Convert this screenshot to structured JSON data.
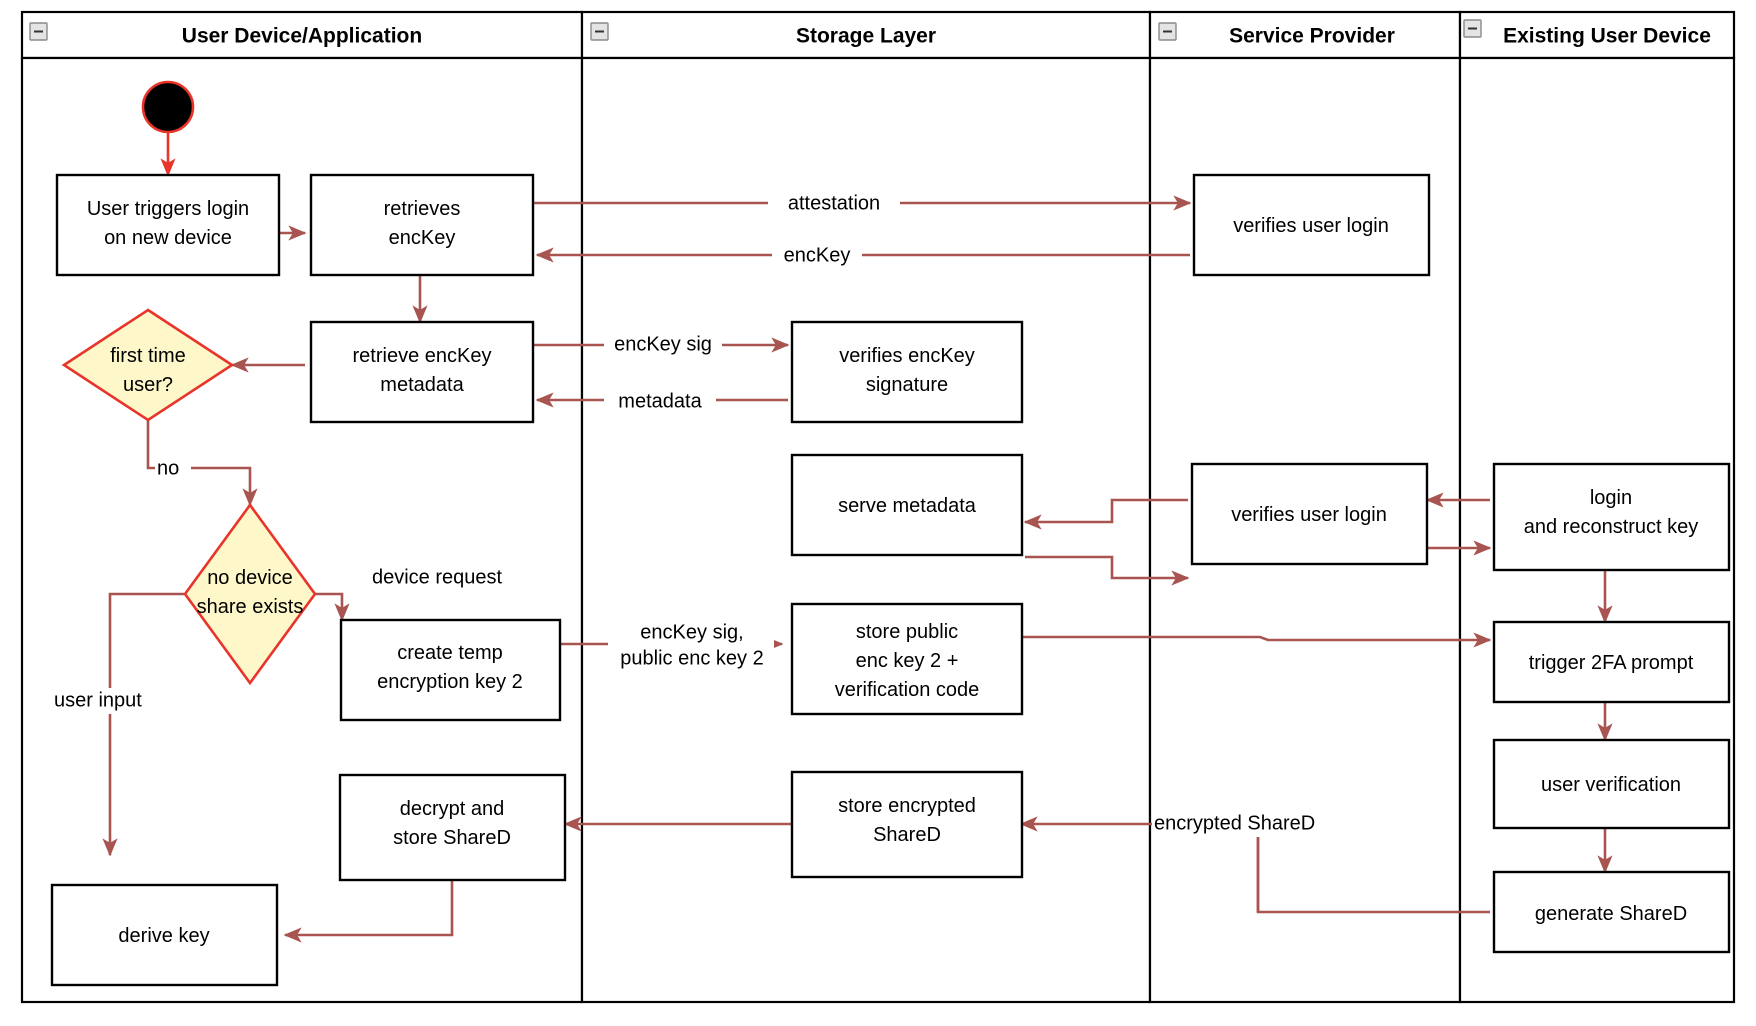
{
  "diagram": {
    "type": "uml-activity-swimlane",
    "title": "Key reconstruction / device onboarding activity diagram",
    "colors": {
      "lane_border": "#000000",
      "lane_fill": "#ffffff",
      "activity_border": "#000000",
      "activity_fill": "#ffffff",
      "decision_fill": "#fdf7c9",
      "decision_border": "#e8342a",
      "flow_arrow": "#a85450",
      "start_node_fill": "#000000",
      "start_node_border": "#e8342a",
      "collapse_icon_fill": "#e4e4e4"
    },
    "lanes": [
      {
        "id": "user-device",
        "title": "User Device/Application",
        "collapse_icon": "collapse-minus-icon"
      },
      {
        "id": "storage-layer",
        "title": "Storage Layer",
        "collapse_icon": "collapse-minus-icon"
      },
      {
        "id": "service-provider",
        "title": "Service Provider",
        "collapse_icon": "collapse-minus-icon"
      },
      {
        "id": "existing-device",
        "title": "Existing User Device",
        "collapse_icon": "collapse-minus-icon"
      }
    ],
    "start_node": {
      "name": "initial-node",
      "lane": "user-device"
    },
    "activities": [
      {
        "id": "a1",
        "lane": "user-device",
        "lines": [
          "User triggers login",
          "on new device"
        ]
      },
      {
        "id": "a2",
        "lane": "user-device",
        "lines": [
          "retrieves",
          "encKey"
        ]
      },
      {
        "id": "a3",
        "lane": "user-device",
        "lines": [
          "retrieve encKey",
          "metadata"
        ]
      },
      {
        "id": "a4",
        "lane": "user-device",
        "lines": [
          "create temp",
          "encryption key 2"
        ]
      },
      {
        "id": "a5",
        "lane": "user-device",
        "lines": [
          "decrypt and",
          "store ShareD"
        ]
      },
      {
        "id": "a6",
        "lane": "user-device",
        "lines": [
          "derive key"
        ]
      },
      {
        "id": "b1",
        "lane": "storage-layer",
        "lines": [
          "verifies encKey",
          "signature"
        ]
      },
      {
        "id": "b2",
        "lane": "storage-layer",
        "lines": [
          "serve metadata"
        ]
      },
      {
        "id": "b3",
        "lane": "storage-layer",
        "lines": [
          "store public",
          "enc key 2 +",
          "verification code"
        ]
      },
      {
        "id": "b4",
        "lane": "storage-layer",
        "lines": [
          "store encrypted",
          "ShareD"
        ]
      },
      {
        "id": "c1",
        "lane": "service-provider",
        "lines": [
          "verifies user login"
        ]
      },
      {
        "id": "c2",
        "lane": "service-provider",
        "lines": [
          "verifies user login"
        ]
      },
      {
        "id": "d1",
        "lane": "existing-device",
        "lines": [
          "login",
          "and reconstruct key"
        ]
      },
      {
        "id": "d2",
        "lane": "existing-device",
        "lines": [
          "trigger 2FA prompt"
        ]
      },
      {
        "id": "d3",
        "lane": "existing-device",
        "lines": [
          "user verification"
        ]
      },
      {
        "id": "d4",
        "lane": "existing-device",
        "lines": [
          "generate ShareD"
        ]
      }
    ],
    "decisions": [
      {
        "id": "dec1",
        "lines": [
          "first time",
          "user?"
        ]
      },
      {
        "id": "dec2",
        "lines": [
          "no device",
          "share exists"
        ]
      }
    ],
    "edge_labels": [
      {
        "id": "e-attestation",
        "text": "attestation"
      },
      {
        "id": "e-enckey",
        "text": "encKey"
      },
      {
        "id": "e-enckeysig",
        "text": "encKey sig"
      },
      {
        "id": "e-metadata",
        "text": "metadata"
      },
      {
        "id": "e-no",
        "text": "no"
      },
      {
        "id": "e-devicerequest",
        "text": "device request"
      },
      {
        "id": "e-enckeysig2-l1",
        "text": "encKey sig,"
      },
      {
        "id": "e-enckeysig2-l2",
        "text": "public enc key 2"
      },
      {
        "id": "e-userinput",
        "text": "user input"
      },
      {
        "id": "e-encshared",
        "text": "encrypted ShareD"
      }
    ]
  }
}
